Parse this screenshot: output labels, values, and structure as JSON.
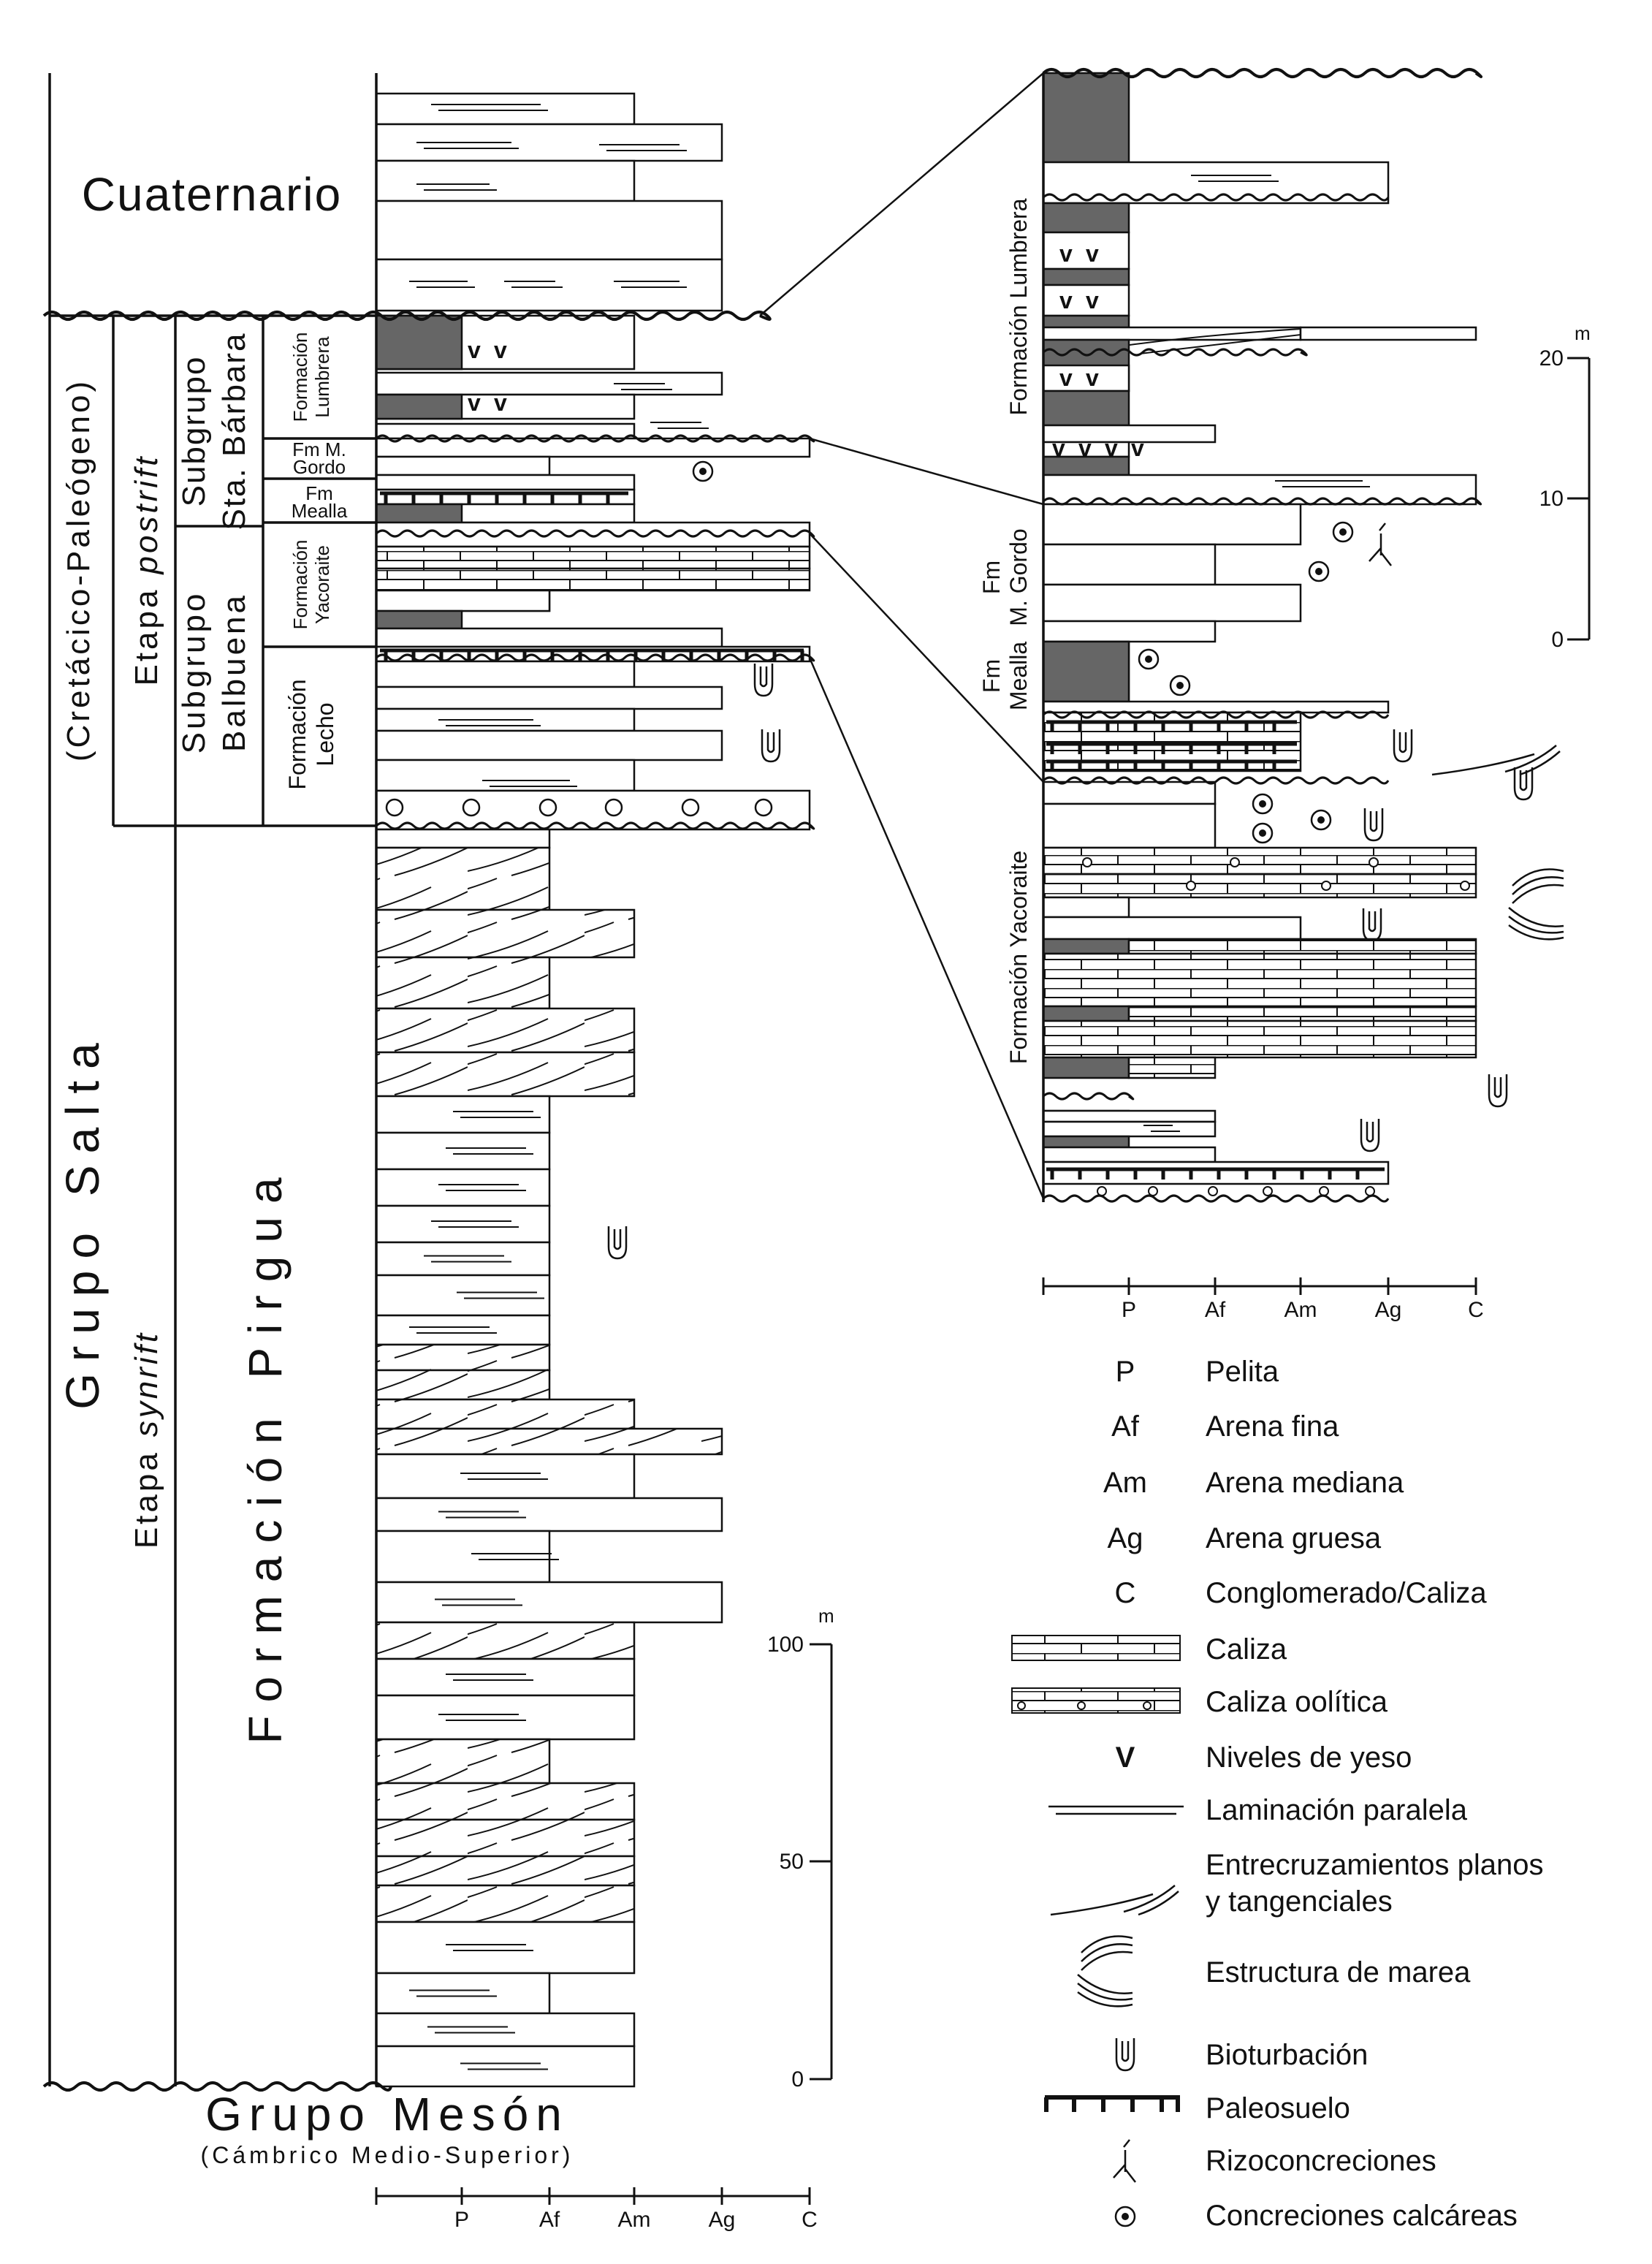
{
  "colors": {
    "ink": "#111111",
    "dark_shale": "#666666",
    "paper": "#ffffff"
  },
  "units": {
    "cuaternario": "Cuaternario",
    "grupo_salta": "Grupo Salta",
    "cretacico_paleogeno": "(Cretácico-Paleógeno)",
    "etapa_postrift_word": "Etapa",
    "etapa_postrift_term": "postrift",
    "etapa_synrift_word": "Etapa",
    "etapa_synrift_term": "synrift",
    "subgrupo_sta_barbara_1": "Subgrupo",
    "subgrupo_sta_barbara_2": "Sta. Bárbara",
    "subgrupo_balbuena_1": "Subgrupo",
    "subgrupo_balbuena_2": "Balbuena",
    "formacion_pirgua": "Formación Pirgua",
    "fm_lumbrera_1": "Formación",
    "fm_lumbrera_2": "Lumbrera",
    "fm_mgordo_1": "Fm M.",
    "fm_mgordo_2": "Gordo",
    "fm_mealla_1": "Fm",
    "fm_mealla_2": "Mealla",
    "fm_yacoraite_1": "Formación",
    "fm_yacoraite_2": "Yacoraite",
    "fm_lecho_1": "Formación",
    "fm_lecho_2": "Lecho",
    "grupo_meson": "Grupo Mesón",
    "cambrico": "(Cámbrico Medio-Superior)"
  },
  "detail_units": {
    "lumbrera": "Formación Lumbrera",
    "mgordo_1": "Fm",
    "mgordo_2": "M. Gordo",
    "mealla_1": "Fm",
    "mealla_2": "Mealla",
    "yacoraite": "Formación Yacoraite"
  },
  "grain_axis": [
    "P",
    "Af",
    "Am",
    "Ag",
    "C"
  ],
  "main_scale": {
    "unit": "m",
    "ticks": [
      "100",
      "50",
      "0"
    ]
  },
  "detail_scale": {
    "unit": "m",
    "ticks": [
      "20",
      "10",
      "0"
    ]
  },
  "symbols": {
    "yeso": "v",
    "yeso_bold": "V"
  },
  "legend": [
    {
      "code": "P",
      "label": "Pelita"
    },
    {
      "code": "Af",
      "label": "Arena fina"
    },
    {
      "code": "Am",
      "label": "Arena mediana"
    },
    {
      "code": "Ag",
      "label": "Arena gruesa"
    },
    {
      "code": "C",
      "label": "Conglomerado/Caliza"
    },
    {
      "symbol": "caliza",
      "label": "Caliza"
    },
    {
      "symbol": "caliza-oolitica",
      "label": "Caliza oolítica"
    },
    {
      "symbol": "yeso",
      "label": "Niveles de yeso"
    },
    {
      "symbol": "laminacion",
      "label": "Laminación paralela"
    },
    {
      "symbol": "entrecruzamiento",
      "label": "Entrecruzamientos planos",
      "label2": "y tangenciales"
    },
    {
      "symbol": "marea",
      "label": "Estructura de marea"
    },
    {
      "symbol": "bioturbacion",
      "label": "Bioturbación"
    },
    {
      "symbol": "paleosuelo",
      "label": "Paleosuelo"
    },
    {
      "symbol": "rizo",
      "label": "Rizoconcreciones"
    },
    {
      "symbol": "concrecion",
      "label": "Concreciones calcáreas"
    }
  ]
}
